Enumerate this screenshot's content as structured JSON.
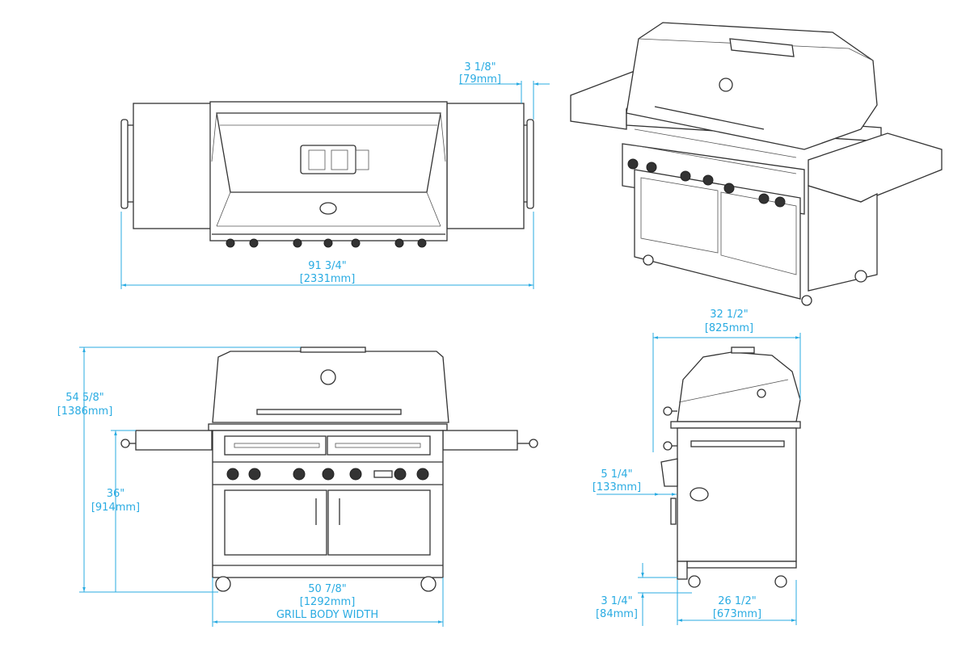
{
  "title": "Grill dimension drawing",
  "colors": {
    "dimension": "#29abe2",
    "line": "#333333"
  },
  "top_view": {
    "overall_width": {
      "imperial": "91 3/4\"",
      "metric": "[2331mm]"
    },
    "shelf_offset": {
      "imperial": "3 1/8\"",
      "metric": "[79mm]"
    }
  },
  "front_view": {
    "overall_height": {
      "imperial": "54 5/8\"",
      "metric": "[1386mm]"
    },
    "counter_height": {
      "imperial": "36\"",
      "metric": "[914mm]"
    },
    "body_width": {
      "imperial": "50 7/8\"",
      "metric": "[1292mm]",
      "caption": "GRILL BODY WIDTH"
    }
  },
  "side_view": {
    "overall_depth": {
      "imperial": "32 1/2\"",
      "metric": "[825mm]"
    },
    "handle_projection": {
      "imperial": "5 1/4\"",
      "metric": "[133mm]"
    },
    "caster_offset": {
      "imperial": "3 1/4\"",
      "metric": "[84mm]"
    },
    "cart_depth": {
      "imperial": "26 1/2\"",
      "metric": "[673mm]"
    }
  }
}
